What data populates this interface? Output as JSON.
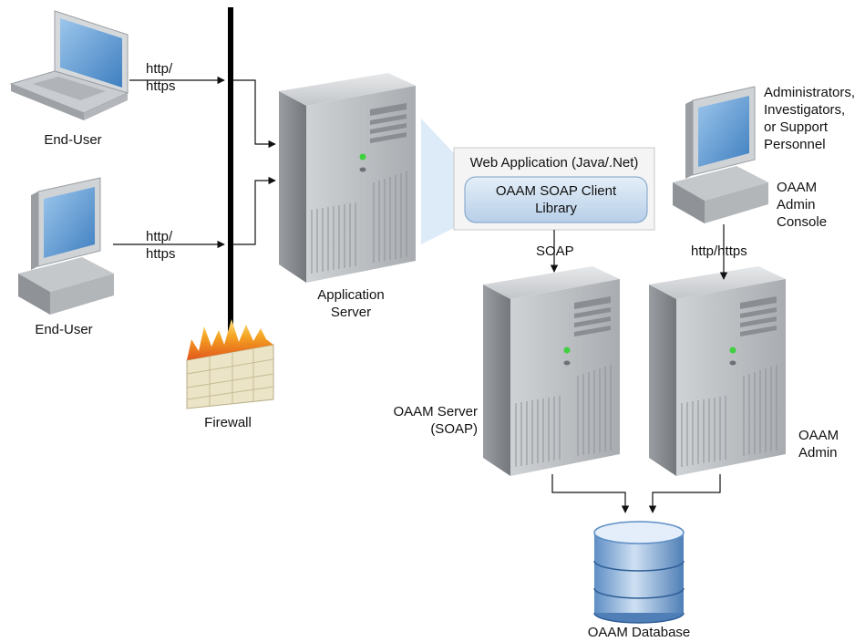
{
  "nodes": {
    "end_user_laptop": "End-User",
    "end_user_desktop": "End-User",
    "firewall": "Firewall",
    "app_server": [
      "Application",
      "Server"
    ],
    "web_app": "Web Application (Java/.Net)",
    "soap_client": [
      "OAAM SOAP Client",
      "Library"
    ],
    "oaam_server": [
      "OAAM Server",
      "(SOAP)"
    ],
    "oaam_admin": [
      "OAAM",
      "Admin"
    ],
    "admin_users": [
      "Administrators,",
      "Investigators,",
      "or Support",
      "Personnel"
    ],
    "admin_console": [
      "OAAM",
      "Admin",
      "Console"
    ],
    "database": "OAAM Database"
  },
  "edges": {
    "laptop_protocol": [
      "http/",
      "https"
    ],
    "desktop_protocol": [
      "http/",
      "https"
    ],
    "soap_link": "SOAP",
    "admin_link": "http/https"
  },
  "colors": {
    "screen": "#6fa8dc",
    "server_body": "#b9bcbf",
    "server_dark": "#7e8185",
    "client_lib_fill": "#c9dcef",
    "client_lib_stroke": "#7b9fc6",
    "highlight_wedge": "#cfe3f6",
    "firewall_flame": "#f5a623",
    "firewall_brick": "#e9e0c0",
    "database": "#8fb3d9"
  }
}
